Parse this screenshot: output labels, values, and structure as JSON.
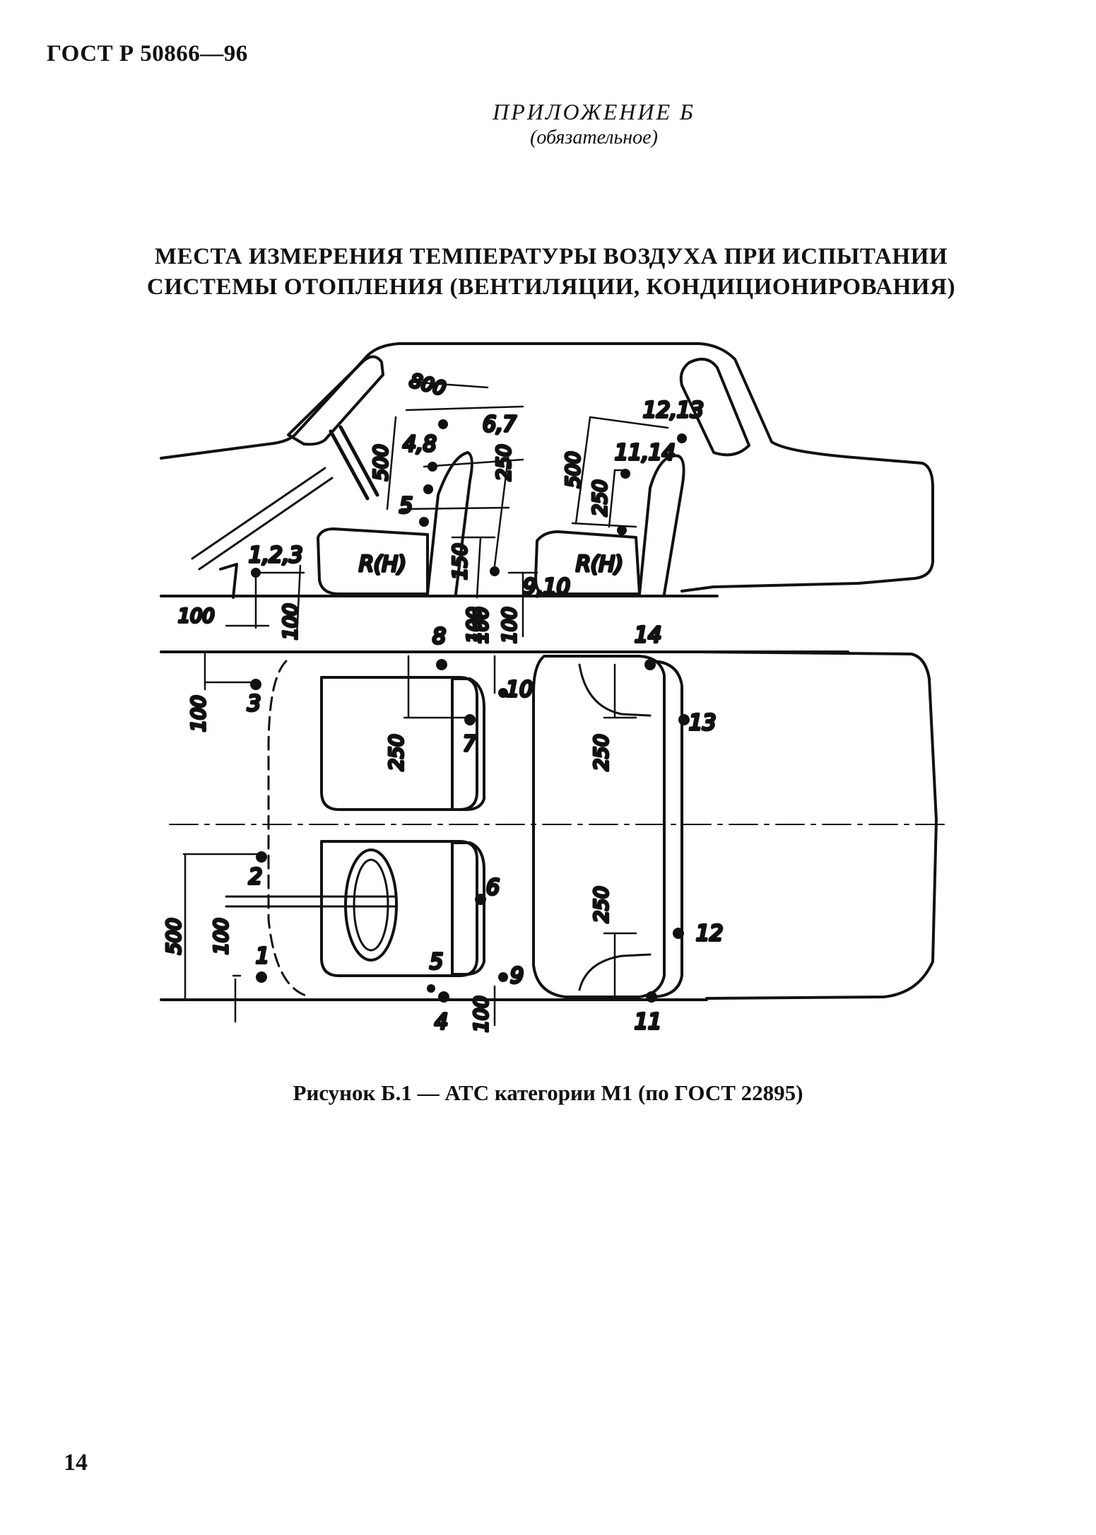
{
  "header": {
    "standard": "ГОСТ Р 50866—96"
  },
  "appendix": {
    "title": "ПРИЛОЖЕНИЕ Б",
    "status": "(обязательное)"
  },
  "section": {
    "line1": "МЕСТА ИЗМЕРЕНИЯ ТЕМПЕРАТУРЫ ВОЗДУХА ПРИ ИСПЫТАНИИ",
    "line2": "СИСТЕМЫ ОТОПЛЕНИЯ (ВЕНТИЛЯЦИИ, КОНДИЦИОНИРОВАНИЯ)"
  },
  "figure": {
    "side_labels": {
      "p123": "1,2,3",
      "p48": "4,8",
      "p5": "5",
      "p67": "6,7",
      "p910": "9,10",
      "p1114": "11,14",
      "p1213": "12,13",
      "rh1": "R(H)",
      "rh2": "R(H)",
      "d800": "800",
      "d500a": "500",
      "d250a": "250",
      "d150": "150",
      "d500b": "500",
      "d250b": "250",
      "d100a": "100",
      "d100b": "100",
      "d100c": "100",
      "d100d": "100"
    },
    "plan_labels": {
      "n1": "1",
      "n2": "2",
      "n3": "3",
      "n4": "4",
      "n5": "5",
      "n6": "6",
      "n7": "7",
      "n8": "8",
      "n9": "9",
      "n10": "10",
      "n11": "11",
      "n12": "12",
      "n13": "13",
      "n14": "14",
      "d100a": "100",
      "d100b": "100",
      "d100c": "100",
      "d100d": "100",
      "d250a": "250",
      "d250b": "250",
      "d250c": "250",
      "d500": "500"
    },
    "caption": "Рисунок Б.1 — АТС категории М1 (по ГОСТ 22895)"
  },
  "footer": {
    "page_number": "14"
  }
}
